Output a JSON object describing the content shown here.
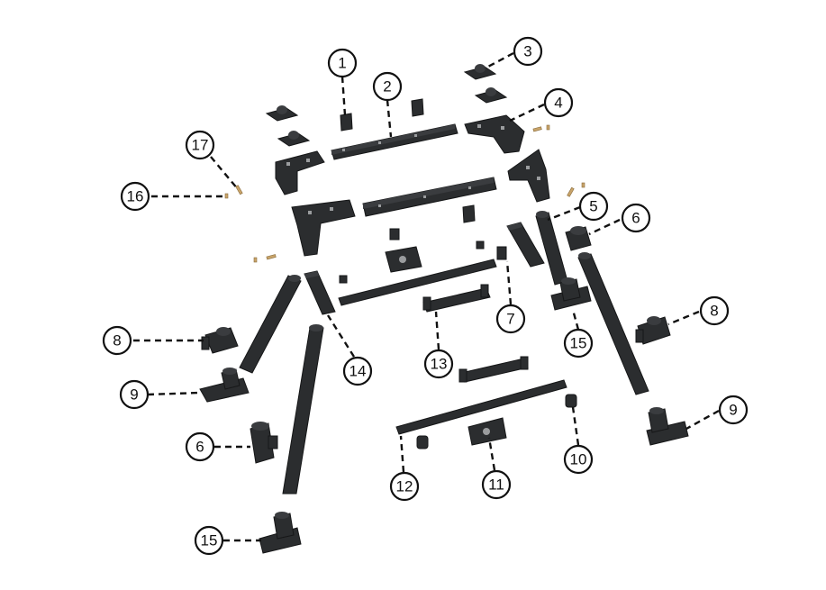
{
  "diagram": {
    "callouts": [
      "1",
      "2",
      "3",
      "4",
      "5",
      "6",
      "6",
      "7",
      "8",
      "8",
      "9",
      "9",
      "10",
      "11",
      "12",
      "13",
      "14",
      "15",
      "15",
      "16",
      "17"
    ]
  }
}
